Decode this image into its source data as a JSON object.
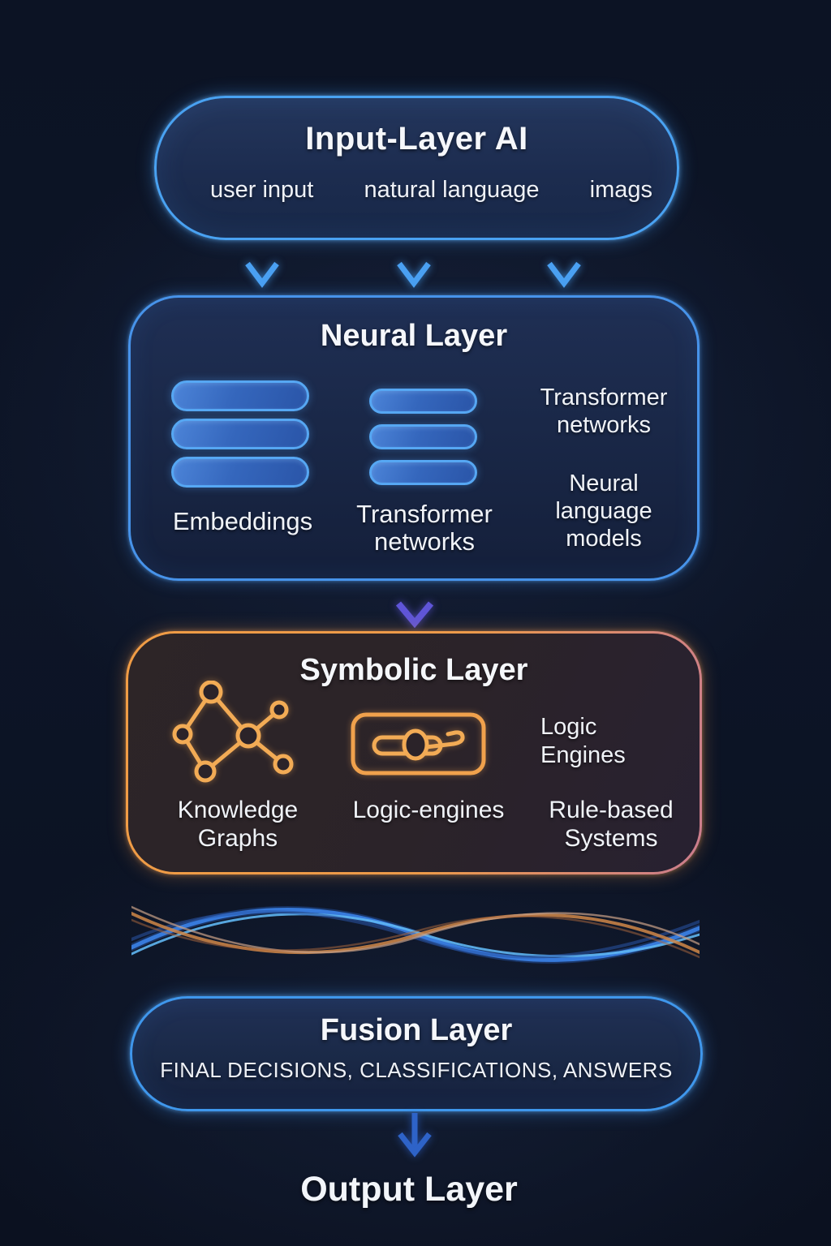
{
  "input_layer": {
    "title": "Input-Layer AI",
    "items": [
      "user input",
      "natural language",
      "imags"
    ]
  },
  "neural_layer": {
    "title": "Neural Layer",
    "stacks": [
      {
        "icon": "embedding-bars-icon",
        "label": "Embeddings"
      },
      {
        "icon": "transformer-bars-icon",
        "label": "Transformer networks"
      }
    ],
    "side_items": [
      "Transformer networks",
      "Neural language models"
    ]
  },
  "symbolic_layer": {
    "title": "Symbolic Layer",
    "icons": [
      "knowledge-graph-icon",
      "logic-engine-icon"
    ],
    "side_item": "Logic Engines",
    "labels": [
      "Knowledge Graphs",
      "Logic-engines",
      "Rule-based Systems"
    ]
  },
  "fusion_layer": {
    "title": "Fusion Layer",
    "subtitle": "FINAL DECISIONS, CLASSIFICATIONS, ANSWERS"
  },
  "output_label": "Output Layer",
  "colors": {
    "background": "#0c1324",
    "blue_border": "#49a2f2",
    "pill_fill": "#3567bd",
    "pill_border": "#56a7f3",
    "orange_border": "#f09c45",
    "pink_border": "#cb7d8e",
    "icon_orange": "#f2ab55",
    "arrow_blue": "#3f8ef0",
    "arrow_purple": "#5f55d8",
    "arrow_deep_blue": "#2e63c8",
    "text": "#f2f5fa"
  }
}
